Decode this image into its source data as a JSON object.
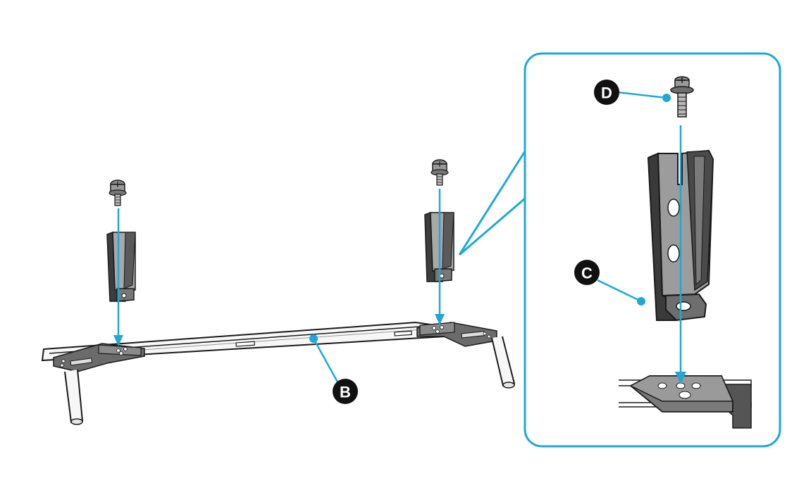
{
  "diagram": {
    "callouts": {
      "stand_base": "B",
      "bracket": "C",
      "screw": "D"
    },
    "colors": {
      "accent": "#1ea8d6",
      "line": "#1a1a1a",
      "part_dark": "#3a3a3a",
      "part_mid": "#8a8a8a",
      "part_light": "#d9d9d9",
      "callout_fill": "#111111"
    }
  }
}
